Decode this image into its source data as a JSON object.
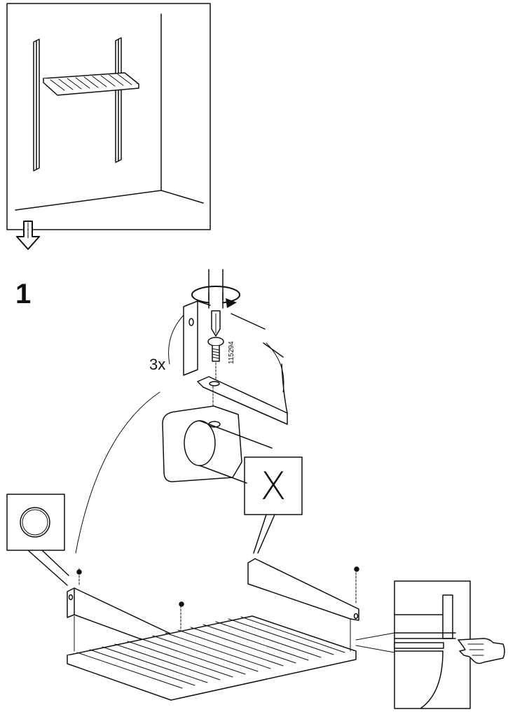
{
  "step": {
    "number": "1"
  },
  "fastener": {
    "quantity": "3x",
    "part_number": "115294"
  },
  "callouts": {
    "incorrect_symbol": "X",
    "correct_symbol": "circle-ok-icon"
  },
  "icons": {
    "next_step": "down-arrow-icon",
    "rotate": "rotate-clockwise-icon",
    "screwdriver": "screwdriver-icon",
    "screw": "screw-icon",
    "pointing_hand": "pointing-hand-icon"
  },
  "colors": {
    "line": "#111111",
    "background": "#ffffff",
    "fill_light": "#f2f2f2"
  }
}
